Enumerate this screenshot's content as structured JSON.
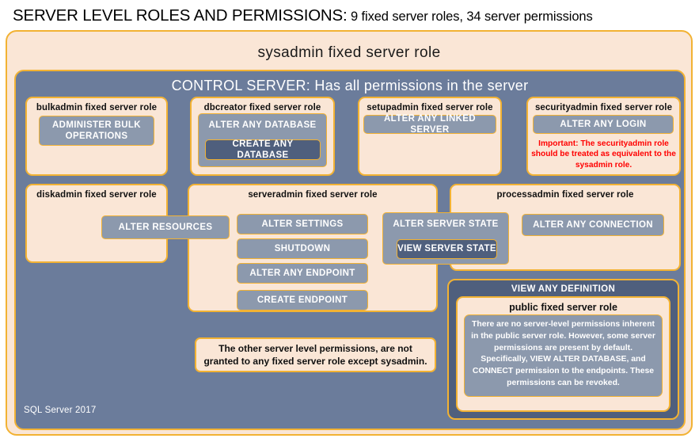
{
  "header": {
    "title_strong": "SERVER LEVEL ROLES AND PERMISSIONS:",
    "title_rest": "9 fixed server roles, 34 server permissions"
  },
  "colors": {
    "peach_fill": "#fae6d6",
    "gold_border": "#f2b233",
    "blue_panel": "#6b7c9b",
    "chip_fill": "#8c99ad",
    "chip_dark_fill": "#4f5f7d",
    "warning_text": "#ff0000",
    "white_text": "#ffffff",
    "black_text": "#111111"
  },
  "sysadmin": {
    "label": "sysadmin fixed server role"
  },
  "control_server": {
    "label": "CONTROL SERVER: Has all permissions in the server"
  },
  "roles": {
    "bulkadmin": {
      "title": "bulkadmin fixed server role",
      "permissions": [
        "ADMINISTER  BULK OPERATIONS"
      ]
    },
    "dbcreator": {
      "title": "dbcreator fixed server role",
      "permissions": [
        "ALTER ANY DATABASE",
        "CREATE  ANY DATABASE"
      ]
    },
    "setupadmin": {
      "title": "setupadmin fixed server role",
      "permissions": [
        "ALTER ANY LINKED SERVER"
      ]
    },
    "securityadmin": {
      "title": "securityadmin fixed server role",
      "permissions": [
        "ALTER ANY LOGIN"
      ],
      "warning": "Important:  The securityadmin role should  be treated as equivalent to the  sysadmin role."
    },
    "diskadmin": {
      "title": "diskadmin fixed server role",
      "permissions": [
        "ALTER RESOURCES"
      ]
    },
    "serveradmin": {
      "title": "serveradmin fixed server role",
      "permissions": [
        "ALTER SETTINGS",
        "SHUTDOWN",
        "ALTER ANY ENDPOINT",
        "CREATE  ENDPOINT"
      ],
      "nested_group": {
        "label": "ALTER SERVER STATE",
        "child": "VIEW SERVER STATE"
      }
    },
    "processadmin": {
      "title": "processadmin fixed server role",
      "permissions": [
        "ALTER ANY CONNECTION"
      ]
    },
    "public": {
      "group_label": "VIEW ANY DEFINITION",
      "title": "public  fixed server role",
      "description": "There are no server-level permissions inherent in the public server role. However, some server permissions are present by default. Specifically, VIEW ALTER DATABASE, and CONNECT permission to the endpoints. These permissions can be revoked."
    }
  },
  "notes": {
    "other_permissions": "The other server level permissions,  are not granted to any fixed server role except sysadmin."
  },
  "footer": {
    "product": "SQL Server 2017"
  }
}
